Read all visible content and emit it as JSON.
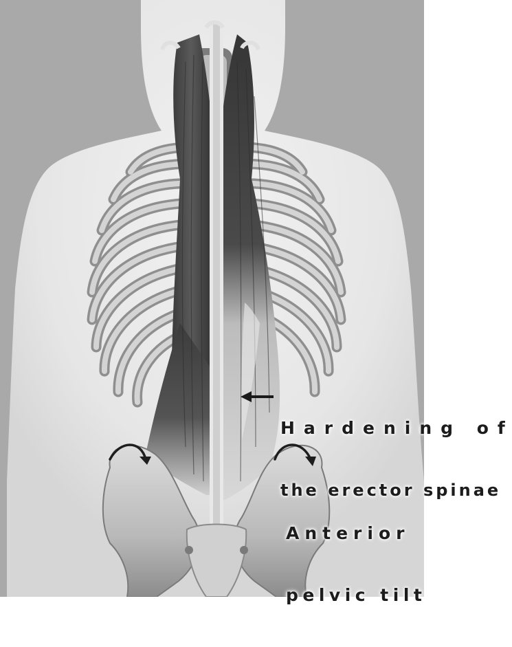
{
  "figure": {
    "annotations": [
      {
        "id": "hardening",
        "lines": [
          "Hardening of",
          "the erector spinae"
        ]
      },
      {
        "id": "tilt",
        "lines": [
          "Anterior",
          "pelvic tilt"
        ]
      }
    ],
    "icons": [
      "left-arrow-icon",
      "curved-arrow-icon"
    ]
  }
}
